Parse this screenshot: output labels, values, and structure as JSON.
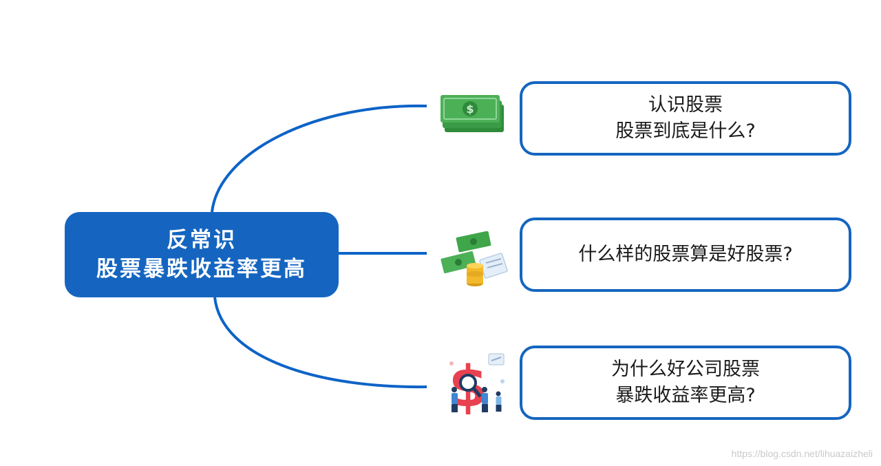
{
  "center": {
    "line1": "反常识",
    "line2": "股票暴跌收益率更高"
  },
  "branches": [
    {
      "line1": "认识股票",
      "line2": "股票到底是什么?",
      "icon": "money-stack-icon"
    },
    {
      "line1": "什么样的股票算是好股票?",
      "line2": "",
      "icon": "money-coins-icon"
    },
    {
      "line1": "为什么好公司股票",
      "line2": "暴跌收益率更高?",
      "icon": "dollar-analysis-icon"
    }
  ],
  "watermark": "https://blog.csdn.net/lihuazaizheli",
  "colors": {
    "primary": "#1565c0",
    "connector": "#0d63c7",
    "money_green": "#3fa64a",
    "accent_red": "#e8414f"
  }
}
